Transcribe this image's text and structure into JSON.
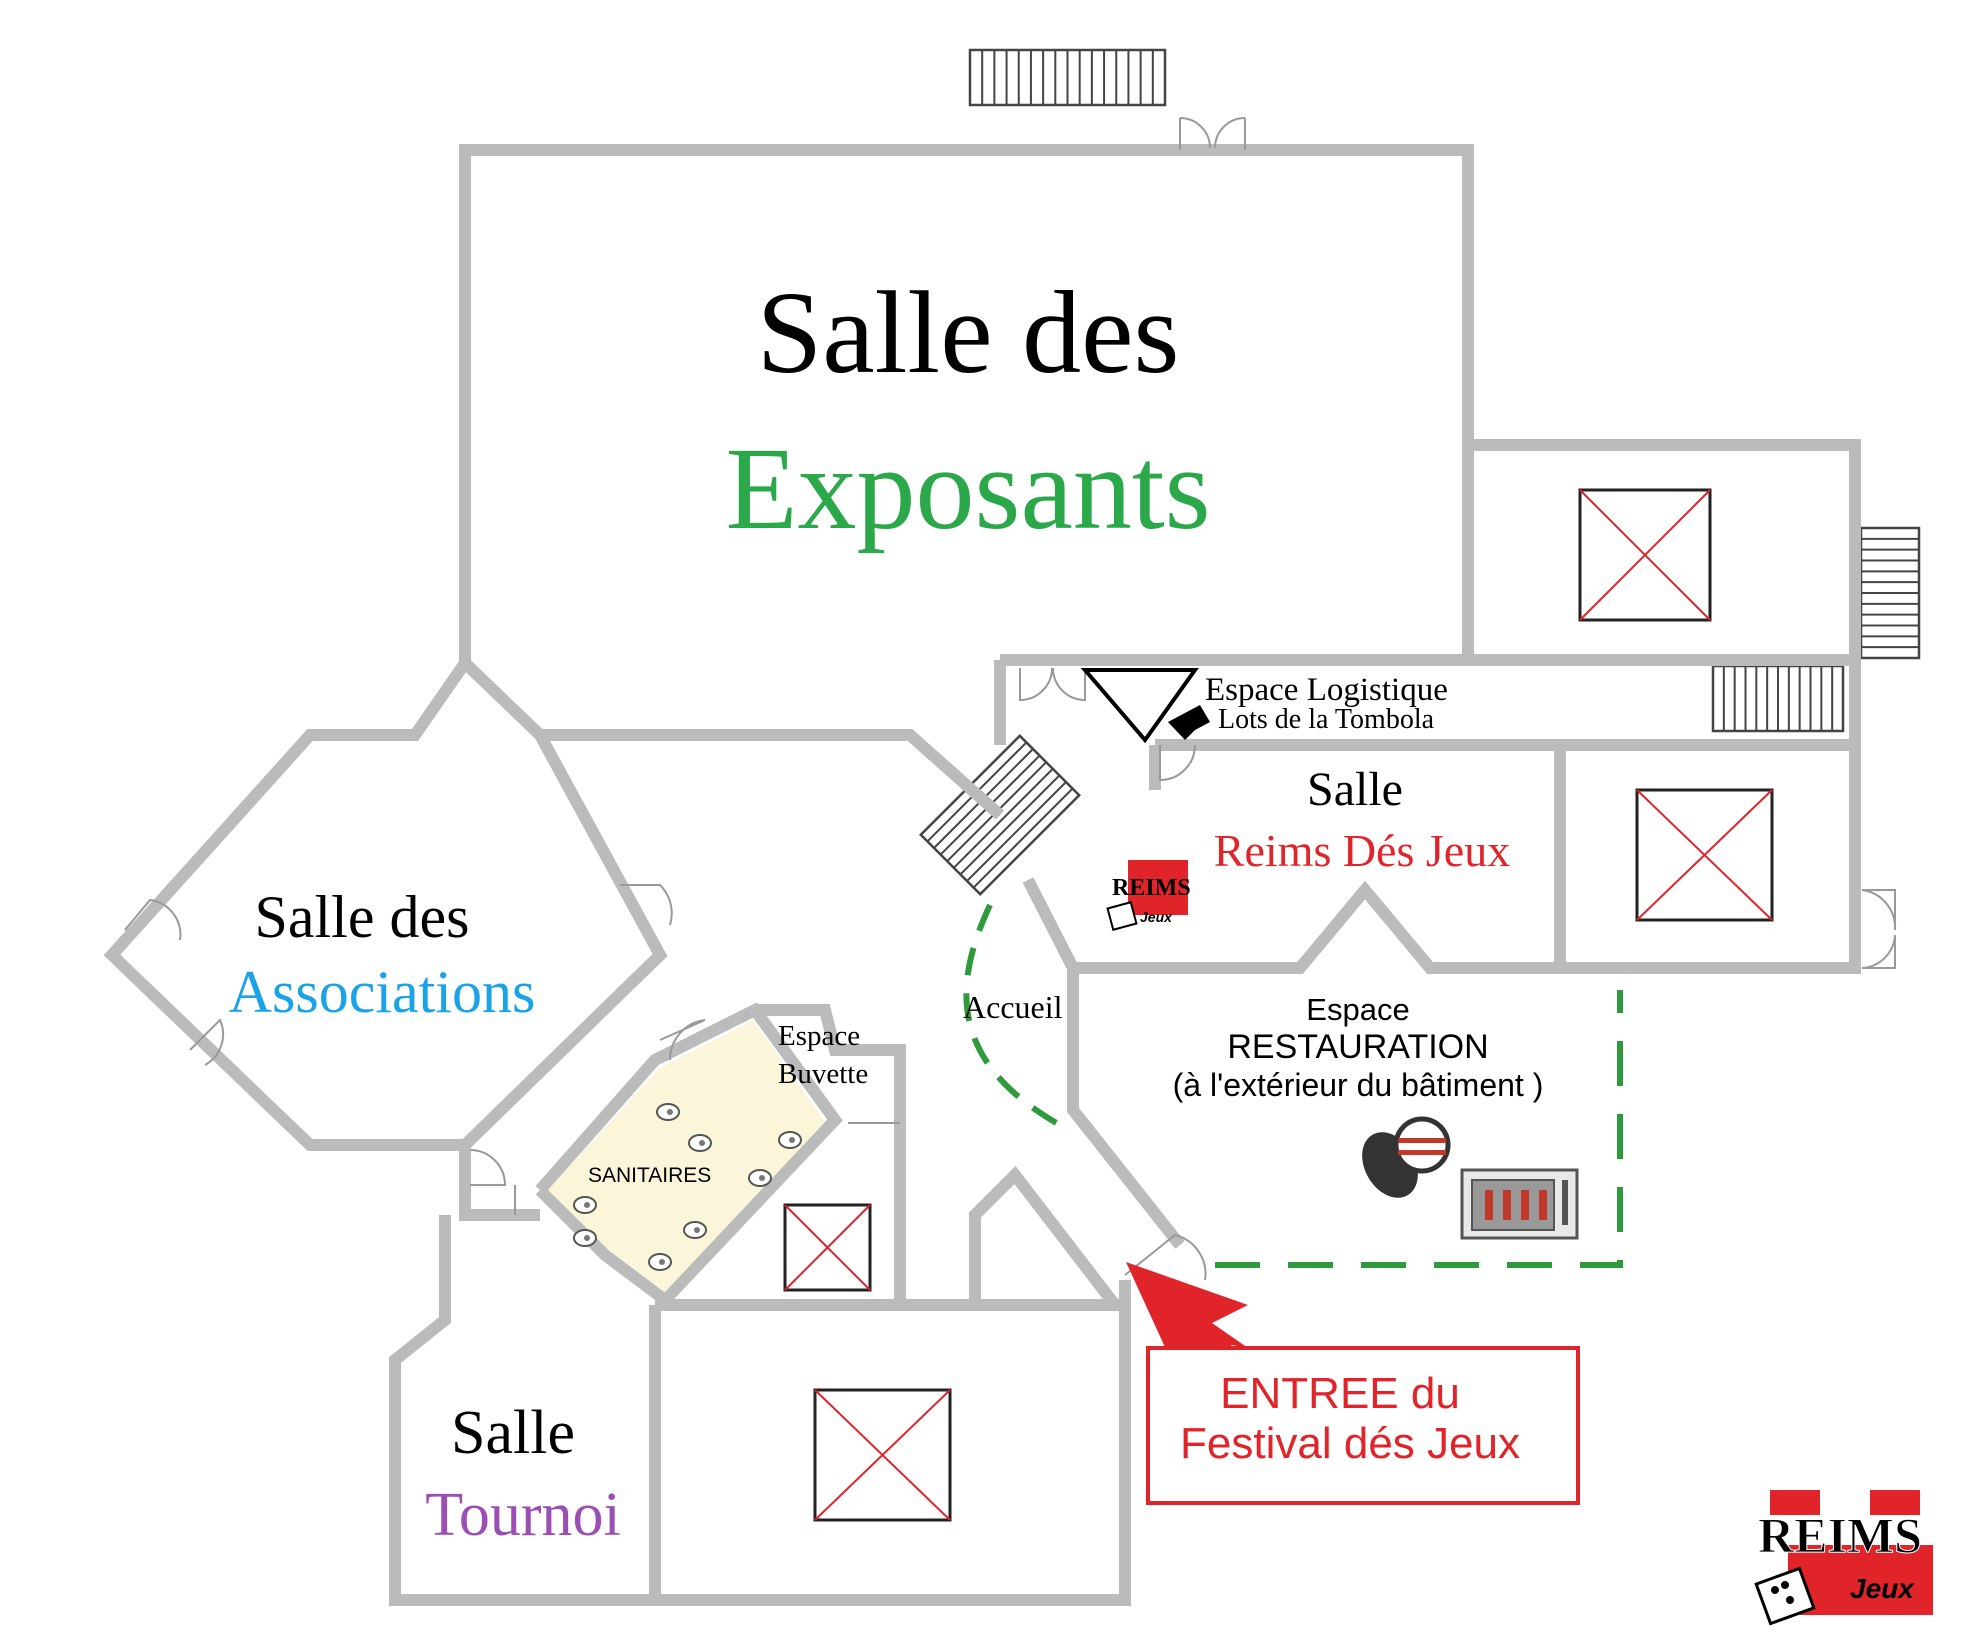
{
  "colors": {
    "wall": "#bbbbbb",
    "exposants": "#2aa84a",
    "associations": "#1aa3e6",
    "tournoi": "#9b4fb4",
    "red": "#e0242a",
    "route": "#2e9a3c",
    "sanitaires_fill": "#fbf6d9"
  },
  "rooms": {
    "exposants": {
      "line1": "Salle des",
      "line2": "Exposants"
    },
    "associations": {
      "line1": "Salle des",
      "line2": "Associations"
    },
    "reims": {
      "line1": "Salle",
      "line2": "Reims Dés Jeux"
    },
    "tournoi": {
      "line1": "Salle",
      "line2": "Tournoi"
    },
    "logistique": {
      "line1": "Espace Logistique",
      "line2": "Lots de la Tombola"
    },
    "buvette": {
      "line1": "Espace",
      "line2": "Buvette"
    },
    "sanitaires": {
      "label": "SANITAIRES"
    },
    "accueil": {
      "label": "Accueil"
    },
    "restauration": {
      "line1": "Espace",
      "line2": "RESTAURATION",
      "line3": "(à l'extérieur du bâtiment )"
    }
  },
  "entrance": {
    "line1": "ENTREE du",
    "line2": "Festival dés Jeux"
  },
  "logo": {
    "text_main": "REIMS",
    "text_sub": "Jeux"
  },
  "icons": [
    "stairs-icon",
    "restricted-area-icon",
    "arrow-icon",
    "toilet-icon",
    "barbecue-icon",
    "grill-icon",
    "dice-icon",
    "door-icon"
  ]
}
